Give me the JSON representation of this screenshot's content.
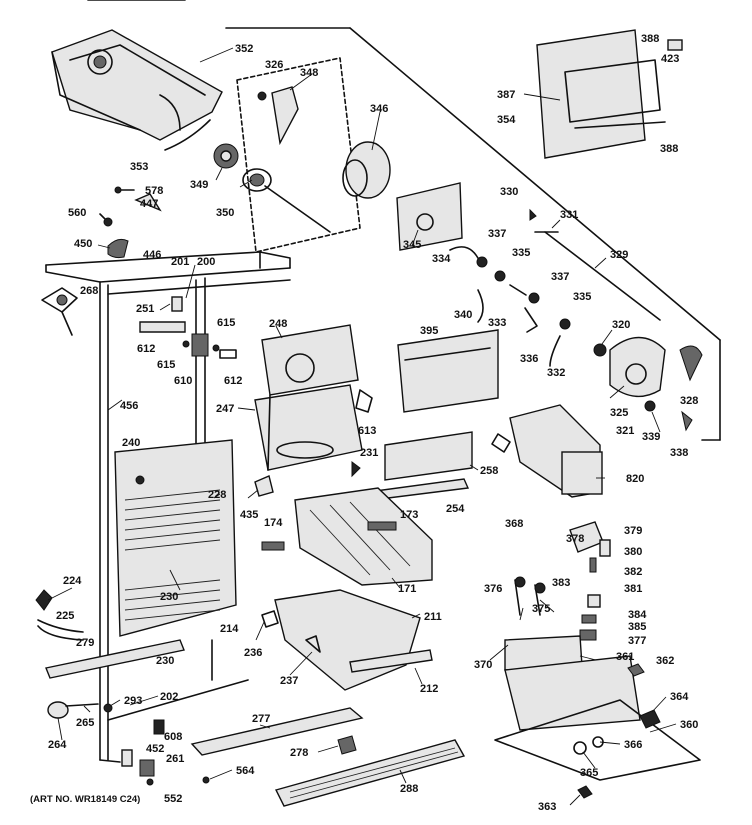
{
  "art_number": "(ART NO. WR18149 C24)",
  "callouts": [
    "352",
    "326",
    "348",
    "346",
    "353",
    "349",
    "350",
    "578",
    "447",
    "560",
    "450",
    "446",
    "268",
    "201",
    "200",
    "251",
    "612",
    "615",
    "610",
    "615",
    "612",
    "248",
    "456",
    "247",
    "613",
    "345",
    "334",
    "337",
    "335",
    "330",
    "331",
    "329",
    "340",
    "333",
    "337",
    "335",
    "336",
    "332",
    "320",
    "395",
    "325",
    "321",
    "339",
    "338",
    "328",
    "387",
    "388",
    "423",
    "388",
    "354",
    "240",
    "228",
    "231",
    "258",
    "820",
    "254",
    "435",
    "174",
    "173",
    "368",
    "378",
    "379",
    "380",
    "382",
    "381",
    "224",
    "225",
    "279",
    "230",
    "214",
    "230",
    "171",
    "211",
    "236",
    "237",
    "212",
    "376",
    "375",
    "383",
    "384",
    "385",
    "377",
    "370",
    "361",
    "362",
    "364",
    "360",
    "366",
    "365",
    "202",
    "293",
    "265",
    "264",
    "608",
    "452",
    "261",
    "552",
    "277",
    "278",
    "564",
    "288",
    "363"
  ]
}
